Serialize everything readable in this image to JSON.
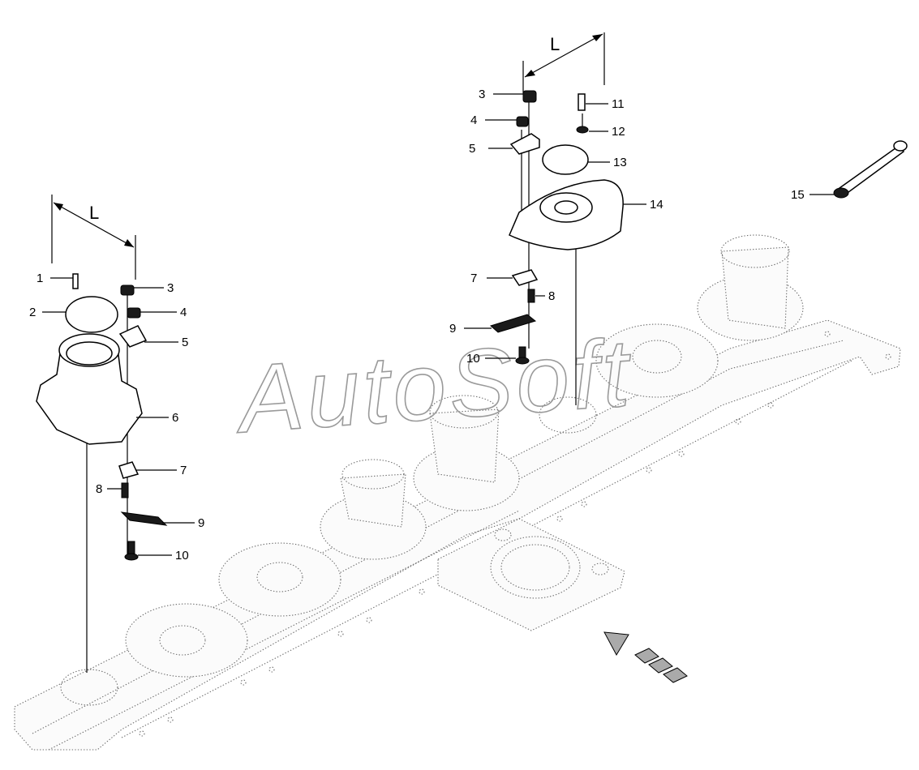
{
  "watermark": "AutoSoft",
  "dimension_label": "L",
  "callouts": [
    {
      "id": "c1",
      "text": "1"
    },
    {
      "id": "c2",
      "text": "2"
    },
    {
      "id": "c3a",
      "text": "3"
    },
    {
      "id": "c4a",
      "text": "4"
    },
    {
      "id": "c5a",
      "text": "5"
    },
    {
      "id": "c6",
      "text": "6"
    },
    {
      "id": "c7a",
      "text": "7"
    },
    {
      "id": "c8a",
      "text": "8"
    },
    {
      "id": "c9a",
      "text": "9"
    },
    {
      "id": "c10a",
      "text": "10"
    },
    {
      "id": "c3b",
      "text": "3"
    },
    {
      "id": "c4b",
      "text": "4"
    },
    {
      "id": "c5b",
      "text": "5"
    },
    {
      "id": "c7b",
      "text": "7"
    },
    {
      "id": "c8b",
      "text": "8"
    },
    {
      "id": "c9b",
      "text": "9"
    },
    {
      "id": "c10b",
      "text": "10"
    },
    {
      "id": "c11",
      "text": "11"
    },
    {
      "id": "c12",
      "text": "12"
    },
    {
      "id": "c13",
      "text": "13"
    },
    {
      "id": "c14",
      "text": "14"
    },
    {
      "id": "c15",
      "text": "15"
    }
  ],
  "colors": {
    "line": "#000000",
    "frame_dotted": "#6d6d6d",
    "watermark": "#9a9a9a",
    "arrow_fill": "#aaaaaa"
  }
}
